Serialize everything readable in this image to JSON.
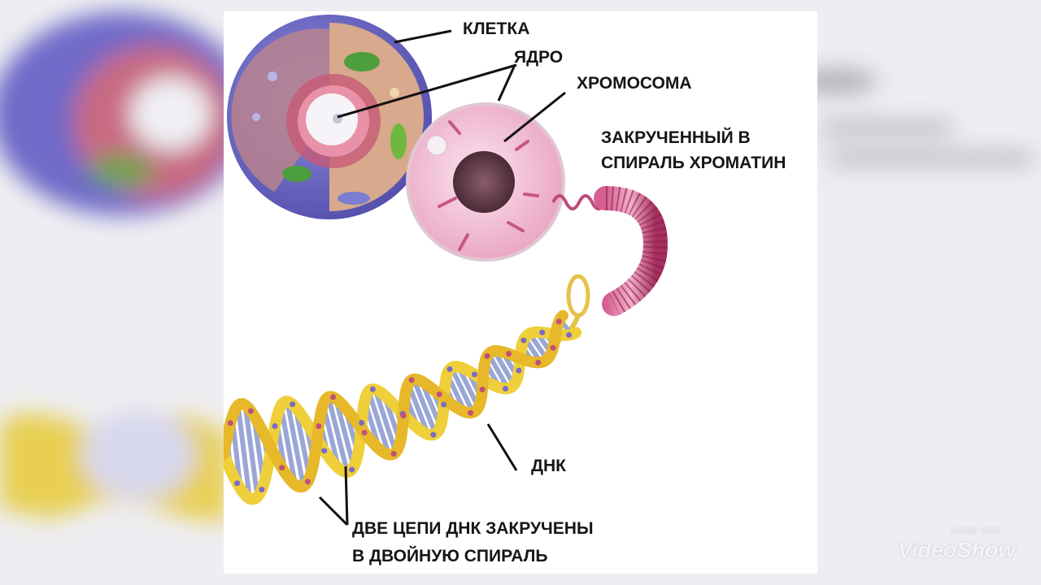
{
  "labels": {
    "cell": "КЛЕТКА",
    "nucleus": "ЯДРО",
    "chromosome": "ХРОМОСОМА",
    "chromatin_line1": "ЗАКРУЧЕННЫЙ В",
    "chromatin_line2": "СПИРАЛЬ ХРОМАТИН",
    "dna": "ДНК",
    "double_helix_line1": "ДВЕ ЦЕПИ ДНК ЗАКРУЧЕНЫ",
    "double_helix_line2": "В ДВОЙНУЮ СПИРАЛЬ"
  },
  "watermark": {
    "small": "Made with",
    "big": "VideoShow"
  },
  "colors": {
    "cell_membrane": "#6a63c6",
    "nucleus_pink": "#e9a9c4",
    "chromatin_coil": "#b43a6a",
    "dna_backbone": "#f2d23a",
    "dna_rungs": "#9aa6d6",
    "label_text": "#161616"
  }
}
